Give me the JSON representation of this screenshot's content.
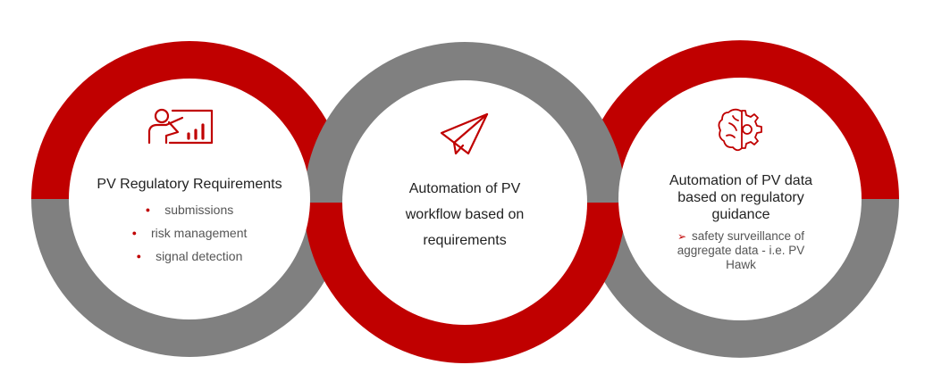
{
  "colors": {
    "accent": "#c00000",
    "ring_gray": "#808080",
    "inner": "#ffffff",
    "text": "#222222"
  },
  "panels": [
    {
      "icon": "presentation-chart-icon",
      "title": "PV Regulatory Requirements",
      "bullets": [
        "submissions",
        "risk management",
        "signal detection"
      ]
    },
    {
      "icon": "paper-plane-icon",
      "title": "Automation of PV workflow based on requirements"
    },
    {
      "icon": "brain-gear-icon",
      "title": "Automation of PV data based on regulatory guidance",
      "note": "safety surveillance of aggregate data - i.e. PV Hawk"
    }
  ]
}
